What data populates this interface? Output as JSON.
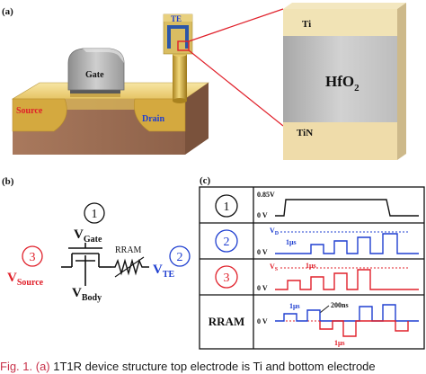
{
  "panel_a": {
    "label": "(a)",
    "te_label": "TE",
    "gate_label": "Gate",
    "source_label": "Source",
    "drain_label": "Drain",
    "zoom_top": "Ti",
    "zoom_mid_base": "HfO",
    "zoom_mid_sub": "2",
    "zoom_bottom": "TiN"
  },
  "panel_b": {
    "label": "(b)",
    "circle_1": "1",
    "circle_2": "2",
    "circle_3": "3",
    "v": "V",
    "gate_sub": "Gate",
    "source_sub": "Source",
    "te_sub": "TE",
    "body_sub": "Body",
    "rram": "RRAM"
  },
  "panel_c": {
    "label": "(c)",
    "row1_circle": "1",
    "row1_high": "0.85V",
    "row1_low": "0 V",
    "row2_circle": "2",
    "row2_signal_base": "V",
    "row2_signal_sub": "D",
    "row2_width": "1μs",
    "row2_low": "0 V",
    "row3_circle": "3",
    "row3_signal_base": "V",
    "row3_signal_sub": "S",
    "row3_width": "1μs",
    "row3_low": "0 V",
    "row4_label": "RRAM",
    "row4_width_a": "1μs",
    "row4_gap": "200ns",
    "row4_width_b": "1μs",
    "row4_low": "0 V"
  },
  "caption": {
    "lead": "Fig. 1.  (a)",
    "rest": " 1T1R device structure top electrode is Ti and bottom electrode"
  },
  "colors": {
    "blue": "#1f3fd0",
    "red": "#e0202a",
    "gold": "#d8b04a",
    "substrate": "#9c6f55"
  }
}
